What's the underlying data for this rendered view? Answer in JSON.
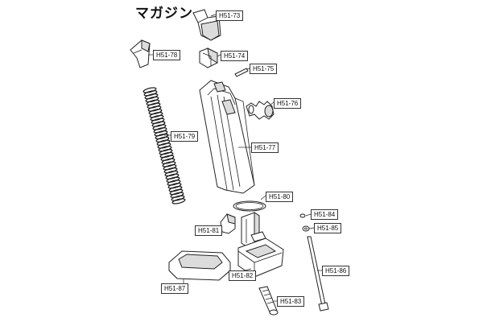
{
  "title": "マガジン",
  "parts": {
    "p73": "H51-73",
    "p74": "H51-74",
    "p75": "H51-75",
    "p76": "H51-76",
    "p77": "H51-77",
    "p78": "H51-78",
    "p79": "H51-79",
    "p80": "H51-80",
    "p81": "H51-81",
    "p82": "H51-82",
    "p83": "H51-83",
    "p84": "H51-84",
    "p85": "H51-85",
    "p86": "H51-86",
    "p87": "H51-87"
  }
}
